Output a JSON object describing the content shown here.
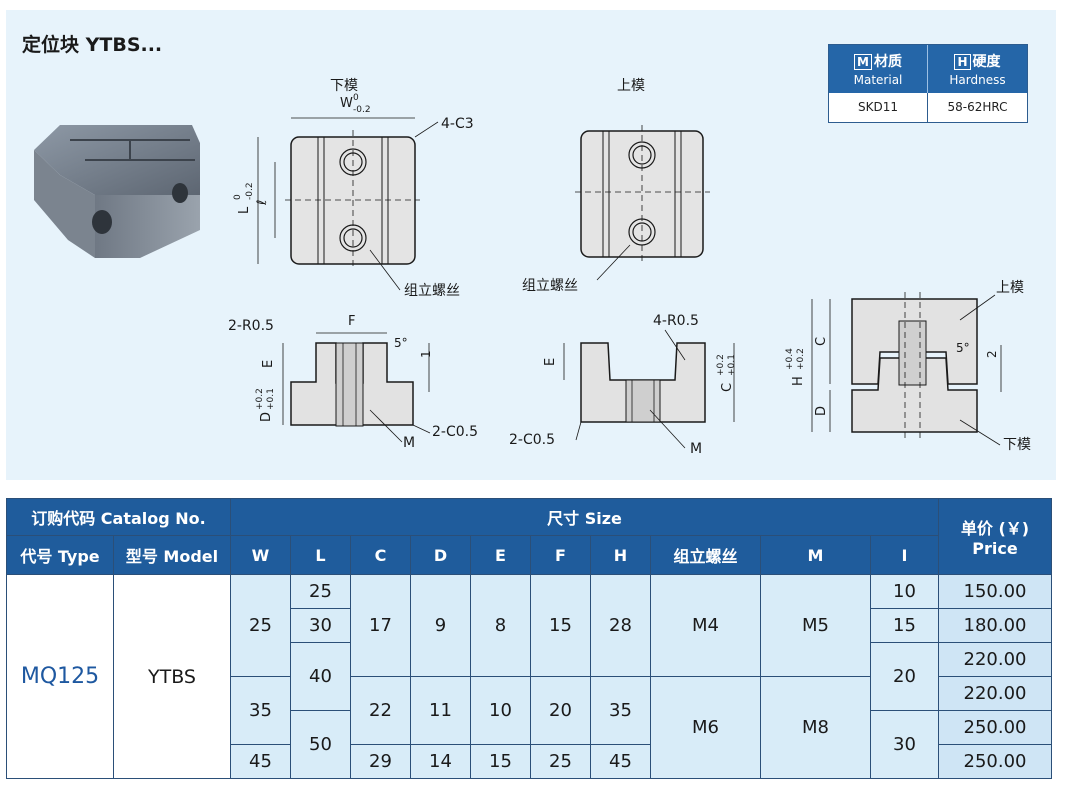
{
  "title": "定位块 YTBS...",
  "material_box": {
    "material_icon": "M",
    "material_cn": "材质",
    "material_en": "Material",
    "hardness_icon": "H",
    "hardness_cn": "硬度",
    "hardness_en": "Hardness",
    "material_value": "SKD11",
    "hardness_value": "58-62HRC"
  },
  "diagram_labels": {
    "lower_mold": "下模",
    "upper_mold": "上模",
    "w_tol": "W",
    "w_sup": "0",
    "w_sub": "-0.2",
    "chamfer_4c3": "4-C3",
    "l_tol": "L",
    "l_sup": "0",
    "l_sub": "-0.2",
    "l_small": "ℓ",
    "assembly_screw": "组立螺丝",
    "r05_2": "2-R0.5",
    "r05_4": "4-R0.5",
    "f": "F",
    "e": "E",
    "angle5": "5°",
    "one": "1",
    "d_tol": "D",
    "d_sup": "+0.2",
    "d_sub": "+0.1",
    "c05": "2-C0.5",
    "m": "M",
    "c_tol": "C",
    "c_sup": "+0.2",
    "c_sub": "+0.1",
    "h_tol": "H",
    "h_sup": "+0.4",
    "h_sub": "+0.2",
    "c": "C",
    "d": "D",
    "two": "2"
  },
  "table": {
    "header_catalog": "订购代码 Catalog No.",
    "header_size": "尺寸 Size",
    "header_price": "单价 (￥)\nPrice",
    "header_type": "代号 Type",
    "header_model": "型号 Model",
    "cols": [
      "W",
      "L",
      "C",
      "D",
      "E",
      "F",
      "H",
      "组立螺丝",
      "M",
      "I"
    ],
    "type": "MQ125",
    "model": "YTBS",
    "W": [
      "25",
      "35",
      "45"
    ],
    "L": [
      "25",
      "30",
      "40",
      "50"
    ],
    "C": [
      "17",
      "22",
      "29"
    ],
    "D": [
      "9",
      "11",
      "14"
    ],
    "E": [
      "8",
      "10",
      "15"
    ],
    "F": [
      "15",
      "20",
      "25"
    ],
    "H": [
      "28",
      "35",
      "45"
    ],
    "screw": [
      "M4",
      "M6"
    ],
    "M": [
      "M5",
      "M8"
    ],
    "I": [
      "10",
      "15",
      "20",
      "30"
    ],
    "prices": [
      "150.00",
      "180.00",
      "220.00",
      "220.00",
      "250.00",
      "250.00"
    ]
  }
}
